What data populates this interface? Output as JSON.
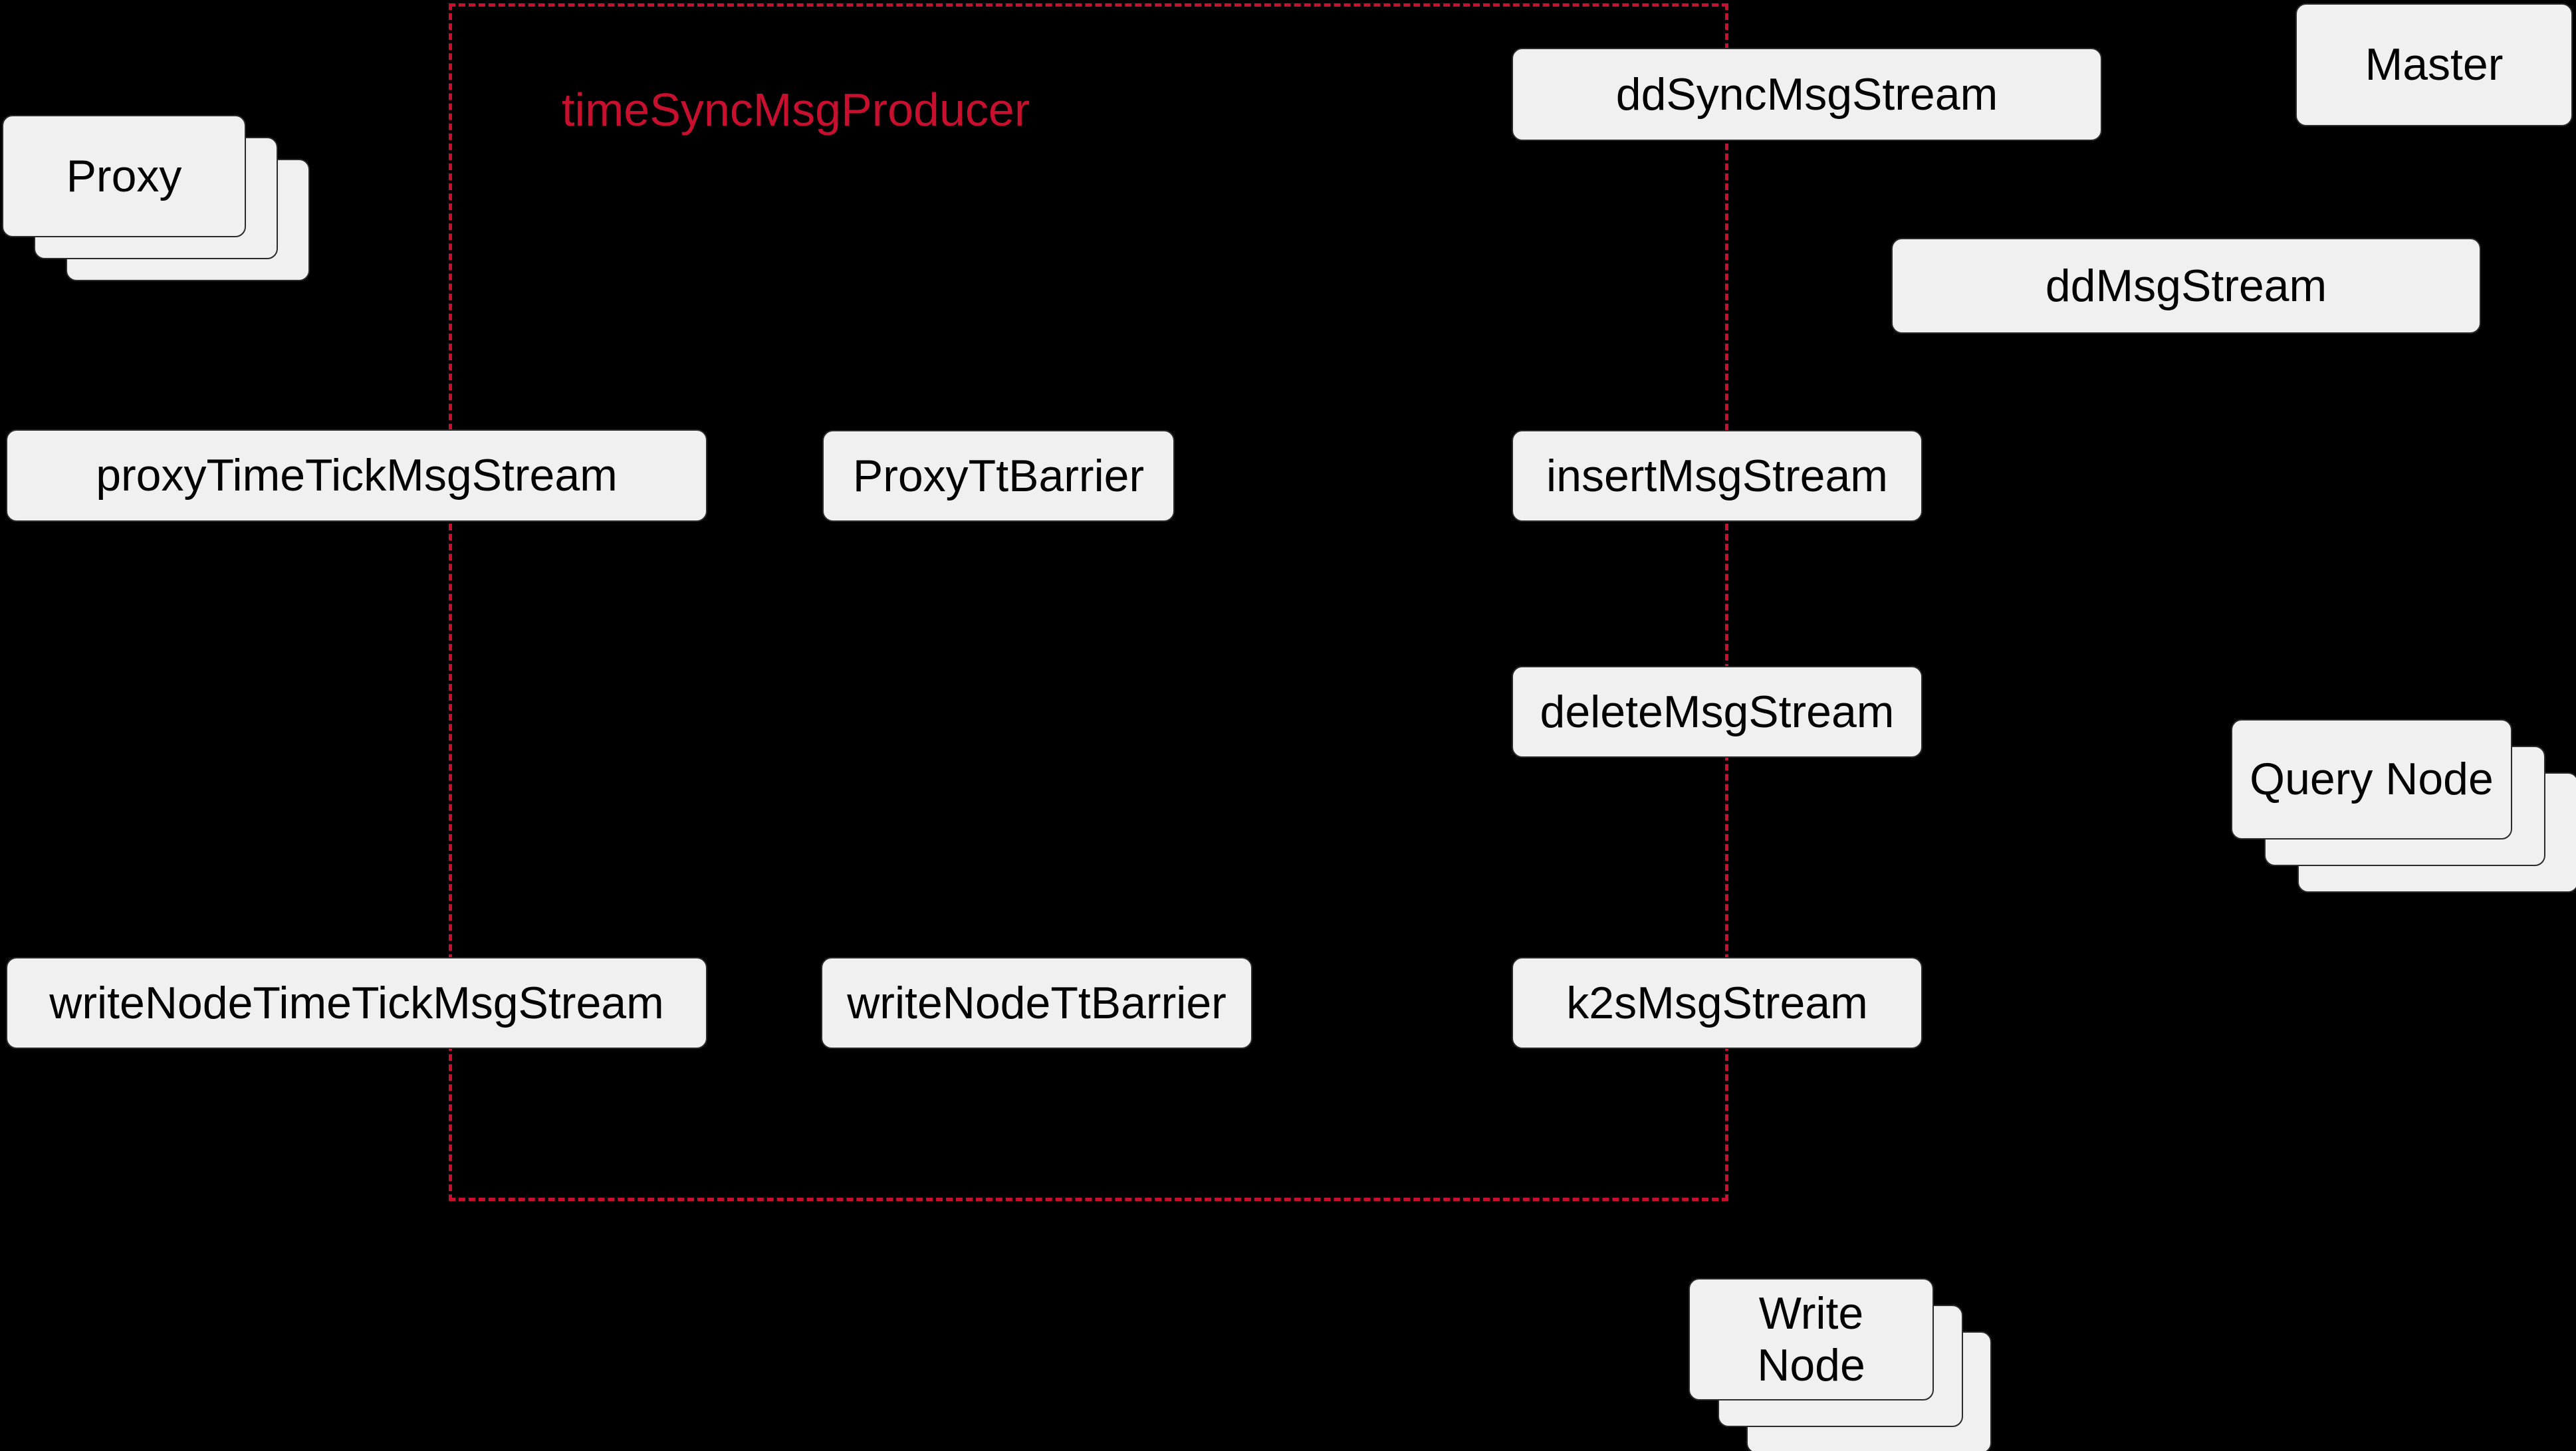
{
  "canvas": {
    "background": "#000000"
  },
  "colors": {
    "canvas_bg": "#000000",
    "accent_red": "#C8102E",
    "node_fill": "#F0F0F0",
    "node_border": "#2B2B2B",
    "text": "#000000"
  },
  "group": {
    "label": "timeSyncMsgProducer"
  },
  "nodes": {
    "proxy": {
      "label": "Proxy"
    },
    "master": {
      "label": "Master"
    },
    "dd_sync_msg_stream": {
      "label": "ddSyncMsgStream"
    },
    "dd_msg_stream": {
      "label": "ddMsgStream"
    },
    "proxy_time_tick_msg_stream": {
      "label": "proxyTimeTickMsgStream"
    },
    "proxy_tt_barrier": {
      "label": "ProxyTtBarrier"
    },
    "insert_msg_stream": {
      "label": "insertMsgStream"
    },
    "delete_msg_stream": {
      "label": "deleteMsgStream"
    },
    "query_node": {
      "label": "Query Node"
    },
    "write_node_time_tick_msg_stream": {
      "label": "writeNodeTimeTickMsgStream"
    },
    "write_node_tt_barrier": {
      "label": "writeNodeTtBarrier"
    },
    "k2s_msg_stream": {
      "label": "k2sMsgStream"
    },
    "write_node": {
      "label": "Write Node"
    }
  }
}
